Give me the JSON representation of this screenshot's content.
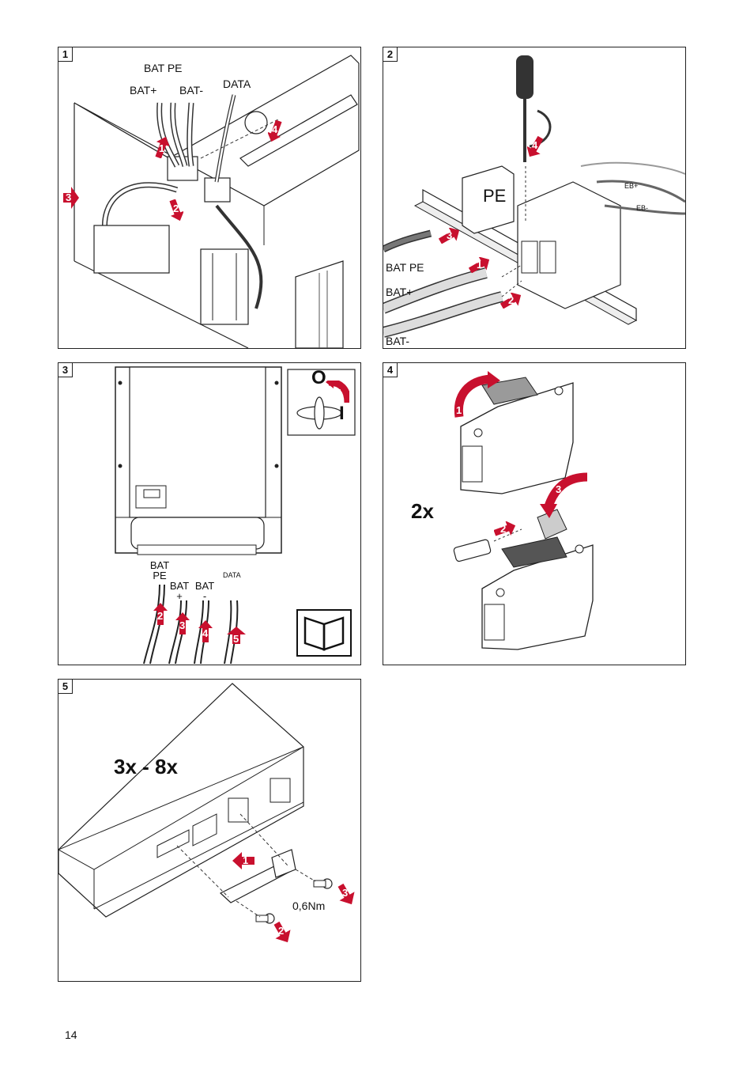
{
  "page_number": "14",
  "colors": {
    "accent": "#c8102e",
    "line": "#222222",
    "fill_gray": "#9a9a9a"
  },
  "panels": [
    {
      "number": "1",
      "labels": {
        "bat_pe": "BAT PE",
        "bat_plus": "BAT+",
        "bat_minus": "BAT-",
        "data": "DATA"
      },
      "steps": [
        "1",
        "2",
        "3",
        "4"
      ]
    },
    {
      "number": "2",
      "labels": {
        "pe": "PE",
        "eb_plus": "EB+",
        "eb_minus": "EB-",
        "bat_pe": "BAT PE",
        "bat_plus": "BAT+",
        "bat_minus": "BAT-"
      },
      "steps": [
        "1",
        "2",
        "3",
        "4"
      ]
    },
    {
      "number": "3",
      "labels": {
        "bat_pe": "BAT\nPE",
        "bat_plus": "BAT\n+",
        "bat_minus": "BAT\n-",
        "data": "DATA",
        "switch_off": "O",
        "switch_on": "I"
      },
      "steps": [
        "1",
        "2",
        "3",
        "4",
        "5"
      ]
    },
    {
      "number": "4",
      "labels": {
        "multiplier": "2x"
      },
      "steps": [
        "1",
        "2",
        "3"
      ]
    },
    {
      "number": "5",
      "labels": {
        "multiplier": "3x - 8x",
        "torque": "0,6Nm"
      },
      "steps": [
        "1",
        "2",
        "3"
      ]
    }
  ]
}
